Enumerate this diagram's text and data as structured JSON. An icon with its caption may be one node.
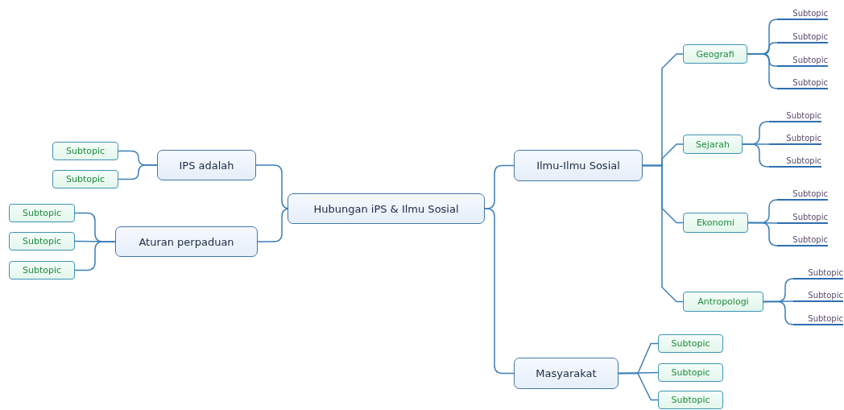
{
  "diagram": {
    "nodes": [
      {
        "text": [
          "Hubungan iPS & Ilmu Sosial"
        ]
      },
      {
        "text": [
          "IPS adalah"
        ]
      },
      {
        "text": [
          "Subtopic"
        ]
      },
      {
        "text": [
          "Subtopic"
        ]
      },
      {
        "text": [
          "Aturan perpaduan"
        ]
      },
      {
        "text": [
          "Subtopic"
        ]
      },
      {
        "text": [
          "Subtopic"
        ]
      },
      {
        "text": [
          "Subtopic"
        ]
      },
      {
        "text": [
          "Ilmu-Ilmu Sosial"
        ]
      },
      {
        "text": [
          "Geografi"
        ]
      },
      {
        "text": [
          "Subtopic"
        ]
      },
      {
        "text": [
          "Subtopic"
        ]
      },
      {
        "text": [
          "Subtopic"
        ]
      },
      {
        "text": [
          "Subtopic"
        ]
      },
      {
        "text": [
          "Sejarah"
        ]
      },
      {
        "text": [
          "Subtopic"
        ]
      },
      {
        "text": [
          "Subtopic"
        ]
      },
      {
        "text": [
          "Subtopic"
        ]
      },
      {
        "text": [
          "Ekonomi"
        ]
      },
      {
        "text": [
          "Subtopic"
        ]
      },
      {
        "text": [
          "Subtopic"
        ]
      },
      {
        "text": [
          "Subtopic"
        ]
      },
      {
        "text": [
          "Antropologi"
        ]
      },
      {
        "text": [
          "Subtopic"
        ]
      },
      {
        "text": [
          "Subtopic"
        ]
      },
      {
        "text": [
          "Subtopic"
        ]
      },
      {
        "text": [
          "Masyarakat"
        ]
      },
      {
        "text": [
          "Subtopic"
        ]
      },
      {
        "text": [
          "Subtopic"
        ]
      },
      {
        "text": [
          "Subtopic"
        ]
      }
    ],
    "edges": [
      {
        "from": 0,
        "to": 1,
        "arrow": "none"
      },
      {
        "from": 0,
        "to": 4,
        "arrow": "none"
      },
      {
        "from": 1,
        "to": 2,
        "arrow": "none"
      },
      {
        "from": 1,
        "to": 3,
        "arrow": "none"
      },
      {
        "from": 4,
        "to": 5,
        "arrow": "none"
      },
      {
        "from": 4,
        "to": 6,
        "arrow": "none"
      },
      {
        "from": 4,
        "to": 7,
        "arrow": "none"
      },
      {
        "from": 0,
        "to": 8,
        "arrow": "none"
      },
      {
        "from": 0,
        "to": 26,
        "arrow": "none"
      },
      {
        "from": 8,
        "to": 9,
        "arrow": "none"
      },
      {
        "from": 8,
        "to": 14,
        "arrow": "none"
      },
      {
        "from": 8,
        "to": 18,
        "arrow": "none"
      },
      {
        "from": 8,
        "to": 22,
        "arrow": "none"
      },
      {
        "from": 9,
        "to": 10,
        "arrow": "none"
      },
      {
        "from": 9,
        "to": 11,
        "arrow": "none"
      },
      {
        "from": 9,
        "to": 12,
        "arrow": "none"
      },
      {
        "from": 9,
        "to": 13,
        "arrow": "none"
      },
      {
        "from": 14,
        "to": 15,
        "arrow": "none"
      },
      {
        "from": 14,
        "to": 16,
        "arrow": "none"
      },
      {
        "from": 14,
        "to": 17,
        "arrow": "none"
      },
      {
        "from": 18,
        "to": 19,
        "arrow": "none"
      },
      {
        "from": 18,
        "to": 20,
        "arrow": "none"
      },
      {
        "from": 18,
        "to": 21,
        "arrow": "none"
      },
      {
        "from": 22,
        "to": 23,
        "arrow": "none"
      },
      {
        "from": 22,
        "to": 24,
        "arrow": "none"
      },
      {
        "from": 22,
        "to": 25,
        "arrow": "none"
      },
      {
        "from": 26,
        "to": 27,
        "arrow": "none"
      },
      {
        "from": 26,
        "to": 28,
        "arrow": "none"
      },
      {
        "from": 26,
        "to": 29,
        "arrow": "none"
      }
    ]
  }
}
